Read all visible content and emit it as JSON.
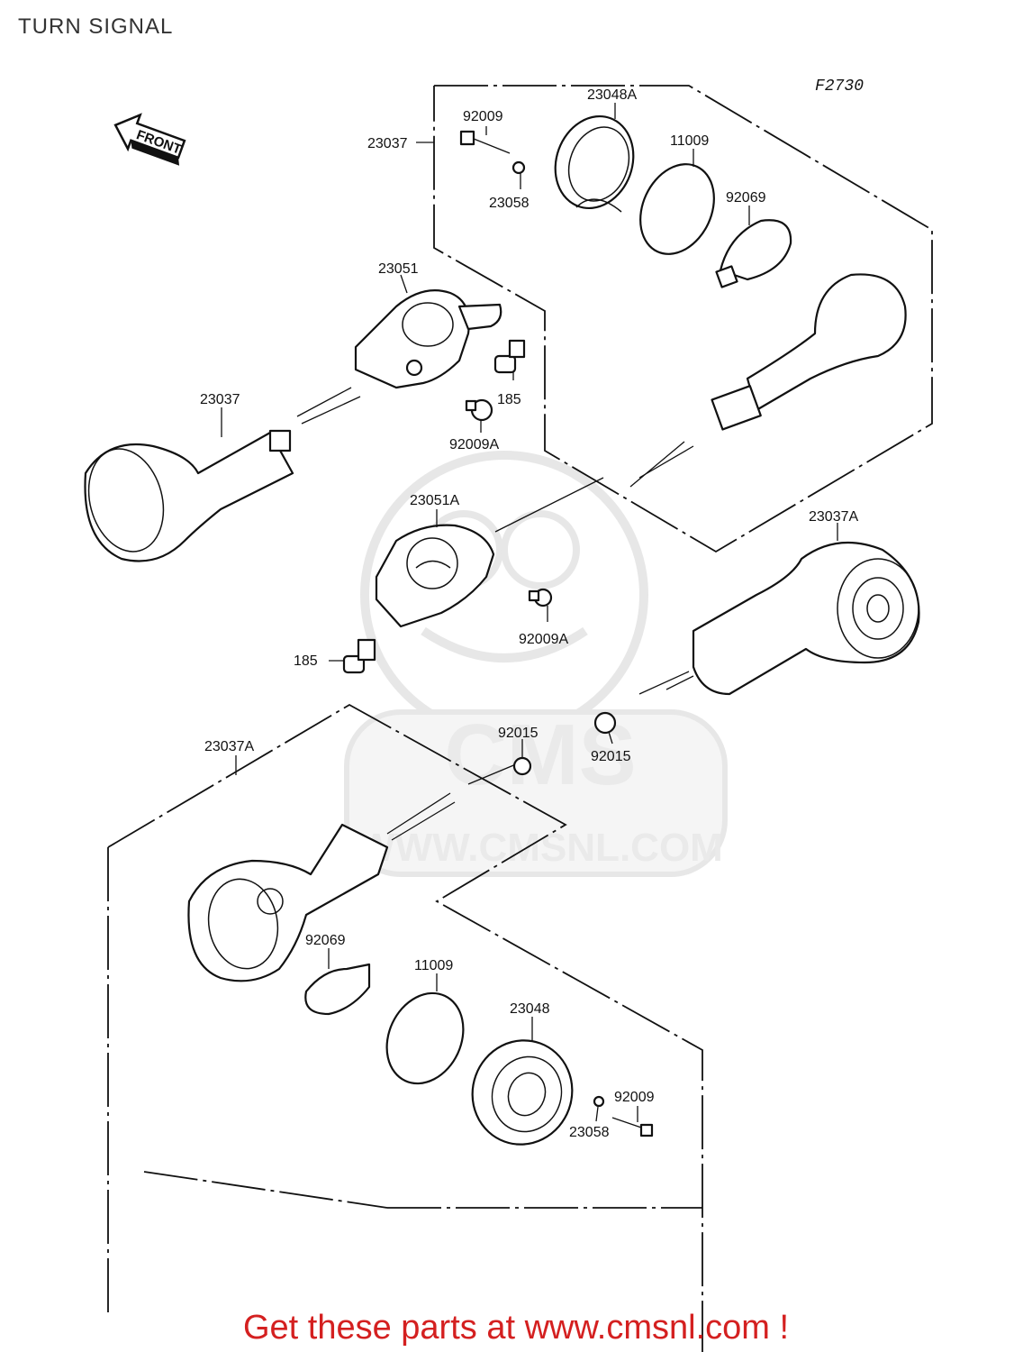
{
  "header": {
    "title": "TURN SIGNAL"
  },
  "figure_code": "F2730",
  "direction_arrow": "FRONT",
  "watermark": {
    "logo": "CMS",
    "url": "WWW.CMSNL.COM"
  },
  "footer": {
    "text": "Get these parts at www.cmsnl.com !",
    "color": "#d42020"
  },
  "labels": {
    "l23037_top": "23037",
    "l92009_top": "92009",
    "l23048A": "23048A",
    "l11009_top": "11009",
    "l23058_top": "23058",
    "l92069_top": "92069",
    "l23051": "23051",
    "l185_top": "185",
    "l23037_left": "23037",
    "l92009A_top": "92009A",
    "l23051A": "23051A",
    "l23037A_right": "23037A",
    "l92009A_mid": "92009A",
    "l185_mid": "185",
    "l92015_left": "92015",
    "l92015_right": "92015",
    "l23037A_bottom": "23037A",
    "l92069_bottom": "92069",
    "l11009_bottom": "11009",
    "l23048": "23048",
    "l92009_bottom": "92009",
    "l23058_bottom": "23058"
  }
}
